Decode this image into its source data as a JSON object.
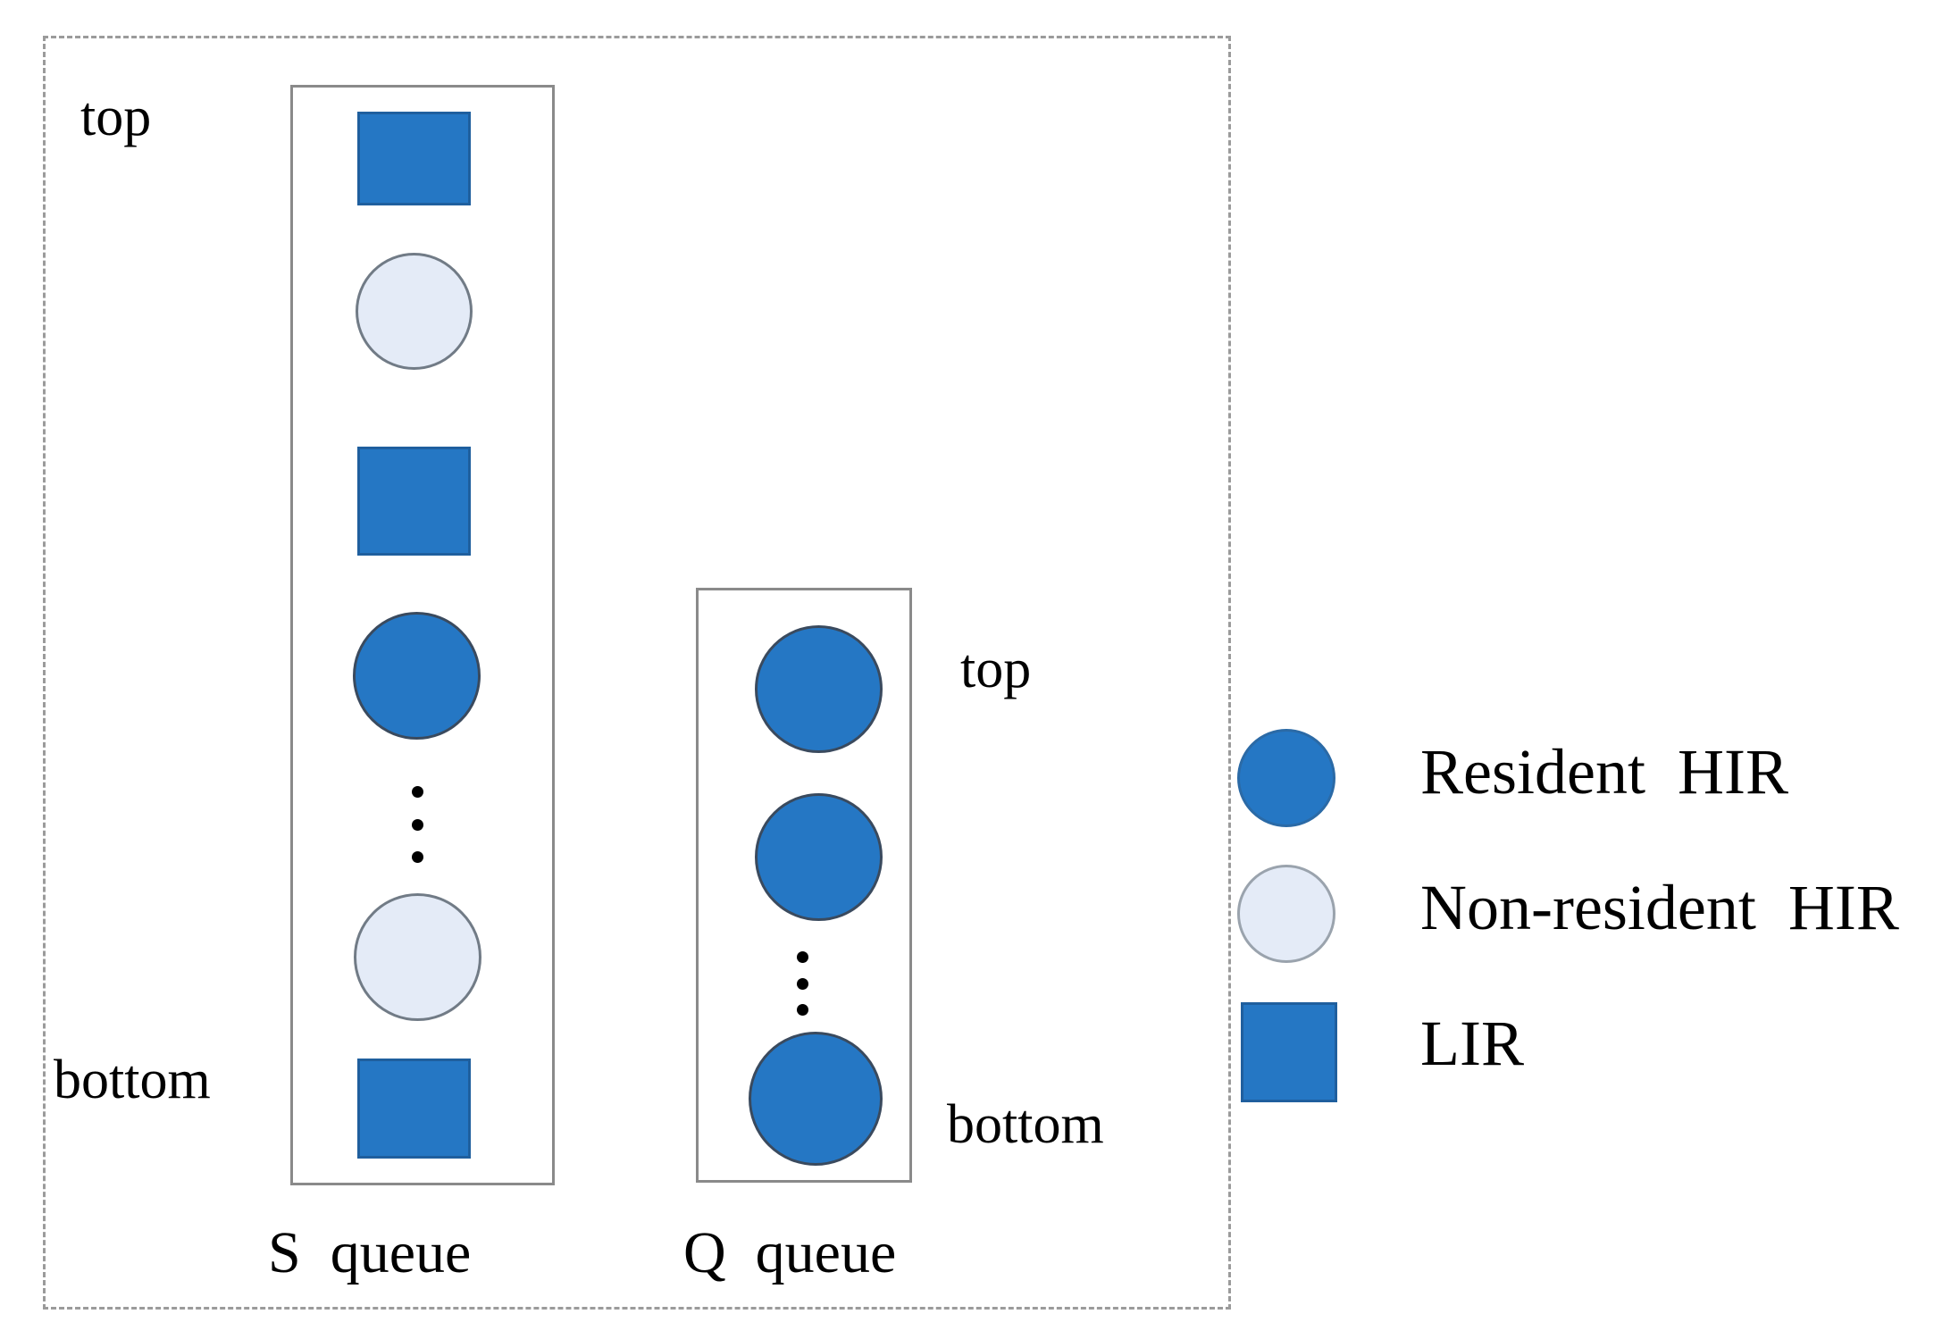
{
  "figure": {
    "kind": "lirs-stack-diagram",
    "colors": {
      "resident_hir_fill": "#2577c4",
      "non_resident_hir_fill": "#e4ebf7",
      "lir_fill": "#2577c4",
      "box_stroke": "#8a8a8a",
      "dashed_stroke": "#9b9b9b",
      "text": "#000000"
    }
  },
  "s_queue": {
    "caption": "S  queue",
    "top_label": "top",
    "bottom_label": "bottom",
    "ellipsis": "⋮",
    "entries": [
      {
        "type": "LIR",
        "shape": "square",
        "fill": "#2577c4"
      },
      {
        "type": "Non-resident HIR",
        "shape": "circle",
        "fill": "#e4ebf7"
      },
      {
        "type": "LIR",
        "shape": "square",
        "fill": "#2577c4"
      },
      {
        "type": "Resident HIR",
        "shape": "circle",
        "fill": "#2577c4"
      },
      {
        "type": "ellipsis",
        "shape": "dots",
        "fill": "#000000"
      },
      {
        "type": "Non-resident HIR",
        "shape": "circle",
        "fill": "#e4ebf7"
      },
      {
        "type": "LIR",
        "shape": "square",
        "fill": "#2577c4"
      }
    ]
  },
  "q_queue": {
    "caption": "Q  queue",
    "top_label": "top",
    "bottom_label": "bottom",
    "ellipsis": "⋮",
    "entries": [
      {
        "type": "Resident HIR",
        "shape": "circle",
        "fill": "#2577c4"
      },
      {
        "type": "Resident HIR",
        "shape": "circle",
        "fill": "#2577c4"
      },
      {
        "type": "ellipsis",
        "shape": "dots",
        "fill": "#000000"
      },
      {
        "type": "Resident HIR",
        "shape": "circle",
        "fill": "#2577c4"
      }
    ]
  },
  "legend": {
    "items": [
      {
        "label": "Resident  HIR",
        "shape": "circle",
        "fill": "#2577c4"
      },
      {
        "label": "Non-resident  HIR",
        "shape": "circle",
        "fill": "#e4ebf7"
      },
      {
        "label": "LIR",
        "shape": "square",
        "fill": "#2577c4"
      }
    ]
  }
}
